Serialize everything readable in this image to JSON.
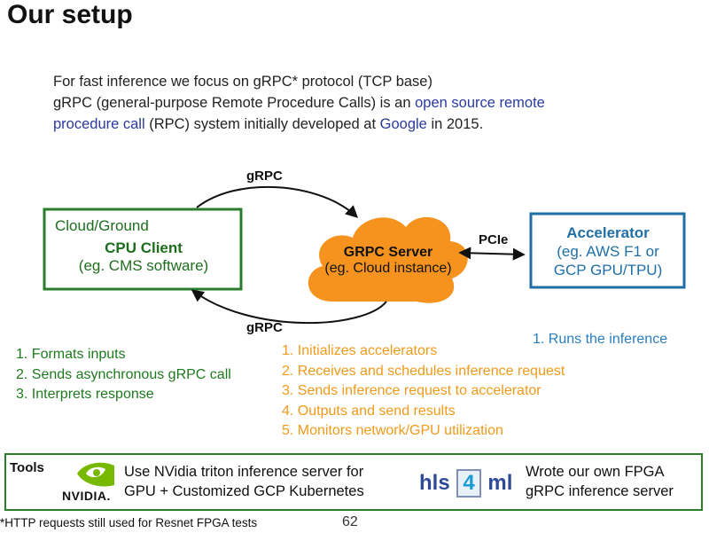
{
  "slide": {
    "title": "Our setup",
    "intro": {
      "line1": "For fast inference we focus on gRPC* protocol (TCP base)",
      "line2_a": "gRPC (general-purpose Remote Procedure Calls) is an ",
      "line2_link": "open source remote",
      "line3_link": "procedure call",
      "line3_b": " (RPC) system initially developed at ",
      "line3_google": "Google",
      "line3_c": " in 2015."
    }
  },
  "diagram": {
    "client": {
      "line1": "Cloud/Ground",
      "line2": "CPU Client",
      "line3": "(eg. CMS software)"
    },
    "server": {
      "line1": "GRPC Server",
      "line2": "(eg. Cloud instance)"
    },
    "accelerator": {
      "line1": "Accelerator",
      "line2": "(eg. AWS F1 or",
      "line3": "GCP GPU/TPU)"
    },
    "arrow_top_label": "gRPC",
    "arrow_bottom_label": "gRPC",
    "pcie_label": "PCIe"
  },
  "client_tasks": [
    "1. Formats inputs",
    "2. Sends asynchronous gRPC call",
    "3. Interprets response"
  ],
  "server_tasks": [
    "1. Initializes accelerators",
    "2. Receives and schedules inference request",
    "3. Sends inference request to accelerator",
    "4. Outputs and send results",
    "5. Monitors network/GPU utilization"
  ],
  "accelerator_tasks": [
    "1. Runs the inference"
  ],
  "tools": {
    "label": "Tools",
    "nvidia_logo": "NVIDIA.",
    "nvidia_text_1": "Use NVidia triton inference server for",
    "nvidia_text_2": "GPU + Customized GCP Kubernetes",
    "hls_logo": {
      "left": "hls",
      "mid": "4",
      "right": "ml"
    },
    "fpga_text_1": "Wrote our own FPGA",
    "fpga_text_2": "gRPC inference server"
  },
  "footnote": "*HTTP requests still used for Resnet FPGA tests",
  "page_number": "62",
  "colors": {
    "client_green": "#2a7d2a",
    "accelerator_blue": "#1f6fa6",
    "server_orange": "#f6931e",
    "list_orange": "#ef9a1a",
    "link_blue": "#2b3a9e",
    "nvidia_green": "#76b900"
  }
}
